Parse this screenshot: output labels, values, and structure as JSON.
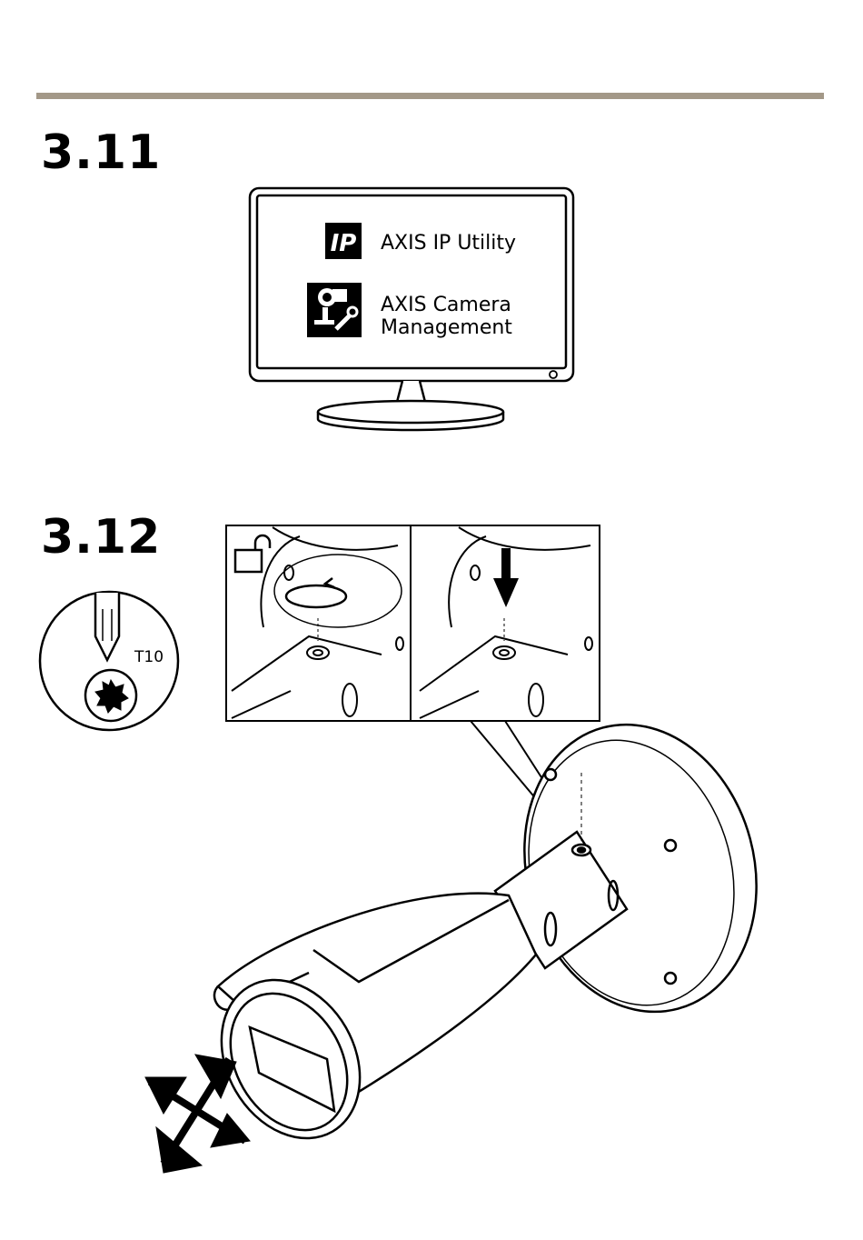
{
  "steps": {
    "first": "3.11",
    "second": "3.12"
  },
  "monitor": {
    "ip_icon_text": "IP",
    "ip_utility_label": "AXIS IP Utility",
    "camera_mgmt_line1": "AXIS Camera",
    "camera_mgmt_line2": "Management"
  },
  "tool": {
    "bit_label": "T10"
  },
  "icons": [
    "unlock-icon",
    "rotate-arrow-icon",
    "down-arrow-icon",
    "move-arrows-icon",
    "torx-bit-icon",
    "camera-management-icon"
  ],
  "colors": {
    "rule": "#a39888",
    "ink": "#000000"
  }
}
